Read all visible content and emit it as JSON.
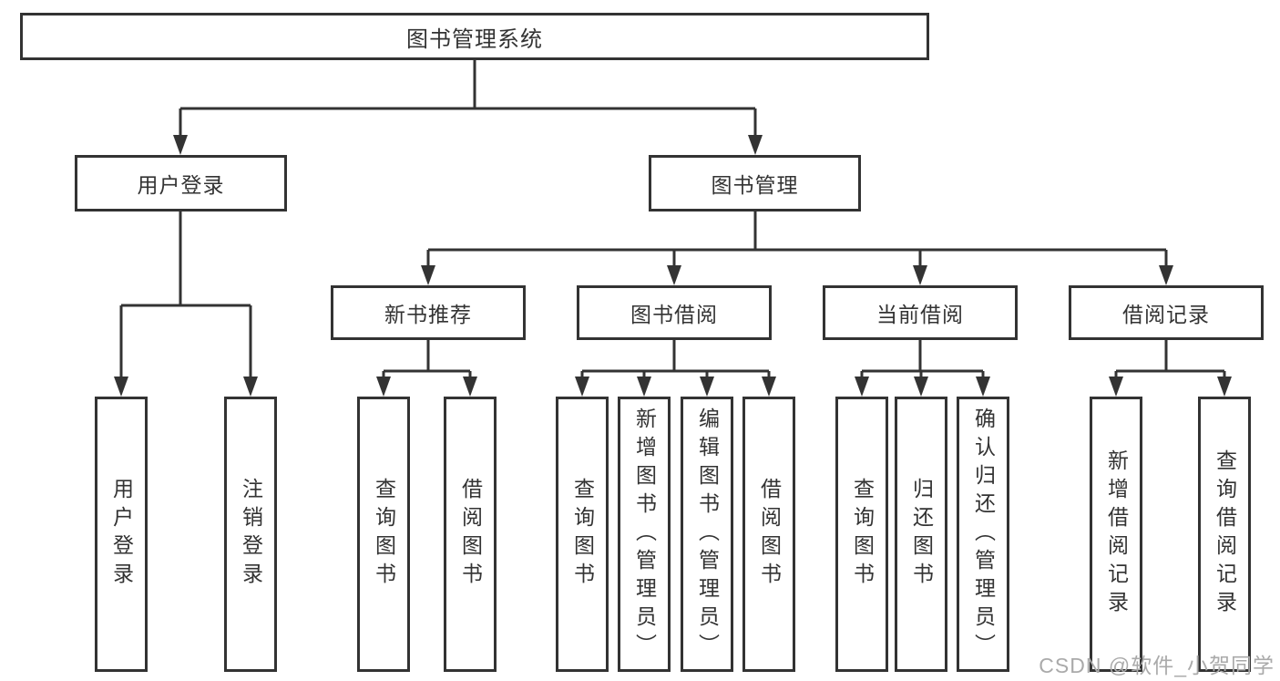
{
  "root": {
    "label": "图书管理系统"
  },
  "user_login": {
    "label": "用户登录",
    "leaves": [
      "用户登录",
      "注销登录"
    ]
  },
  "book_management": {
    "label": "图书管理",
    "groups": [
      {
        "label": "新书推荐",
        "leaves": [
          "查询图书",
          "借阅图书"
        ]
      },
      {
        "label": "图书借阅",
        "leaves": [
          "查询图书",
          "新增图书（管理员）",
          "编辑图书（管理员）",
          "借阅图书"
        ]
      },
      {
        "label": "当前借阅",
        "leaves": [
          "查询图书",
          "归还图书",
          "确认归还（管理员）"
        ]
      },
      {
        "label": "借阅记录",
        "leaves": [
          "新增借阅记录",
          "查询借阅记录"
        ]
      }
    ]
  },
  "watermark": "CSDN @软件_小贺同学",
  "colors": {
    "line": "#333333",
    "box_border": "#333333",
    "box_fill": "#ffffff",
    "text": "#333333",
    "watermark": "#aaaaaa",
    "background": "#ffffff"
  }
}
